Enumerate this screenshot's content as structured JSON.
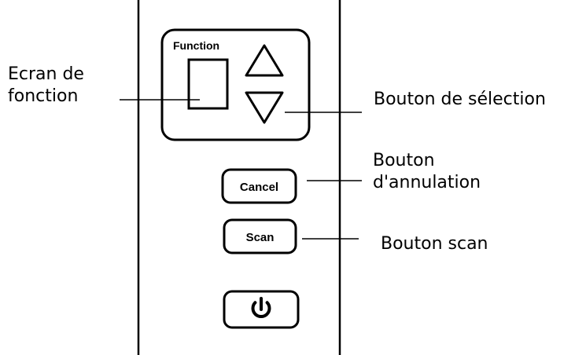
{
  "panel": {
    "function_label": "Function",
    "cancel_label": "Cancel",
    "scan_label": "Scan",
    "power_icon": "power-icon",
    "up_arrow_icon": "triangle-up-icon",
    "down_arrow_icon": "triangle-down-icon"
  },
  "callouts": {
    "function_screen": [
      "Ecran de",
      "fonction"
    ],
    "selection_button": "Bouton de sélection",
    "cancel_button": [
      "Bouton",
      "d'annulation"
    ],
    "scan_button": "Bouton scan"
  },
  "colors": {
    "line": "#000000",
    "background": "#ffffff"
  }
}
